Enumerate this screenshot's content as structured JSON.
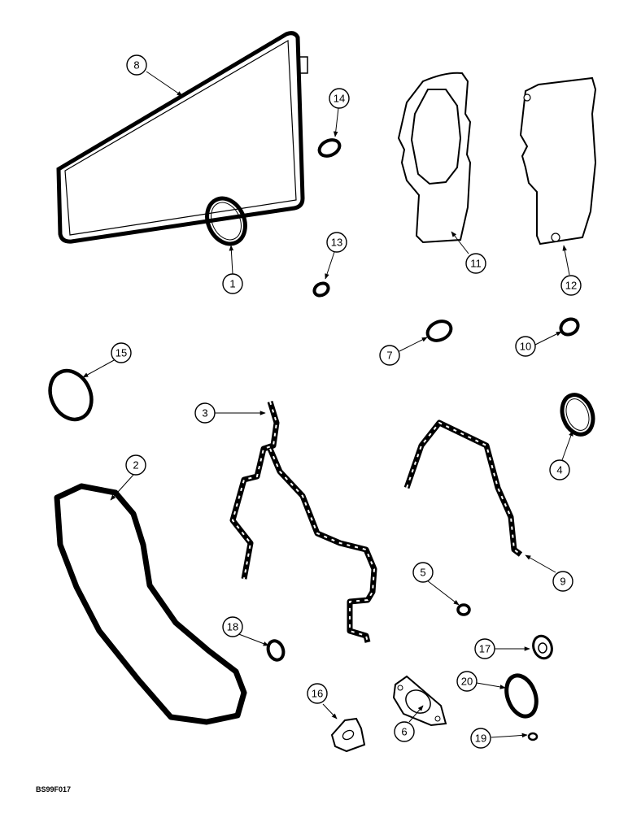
{
  "figure_code": "BS99F017",
  "callouts": [
    {
      "label": "1"
    },
    {
      "label": "2"
    },
    {
      "label": "3"
    },
    {
      "label": "4"
    },
    {
      "label": "5"
    },
    {
      "label": "6"
    },
    {
      "label": "7"
    },
    {
      "label": "8"
    },
    {
      "label": "9"
    },
    {
      "label": "10"
    },
    {
      "label": "11"
    },
    {
      "label": "12"
    },
    {
      "label": "13"
    },
    {
      "label": "14"
    },
    {
      "label": "15"
    },
    {
      "label": "16"
    },
    {
      "label": "17"
    },
    {
      "label": "18"
    },
    {
      "label": "19"
    },
    {
      "label": "20"
    }
  ]
}
